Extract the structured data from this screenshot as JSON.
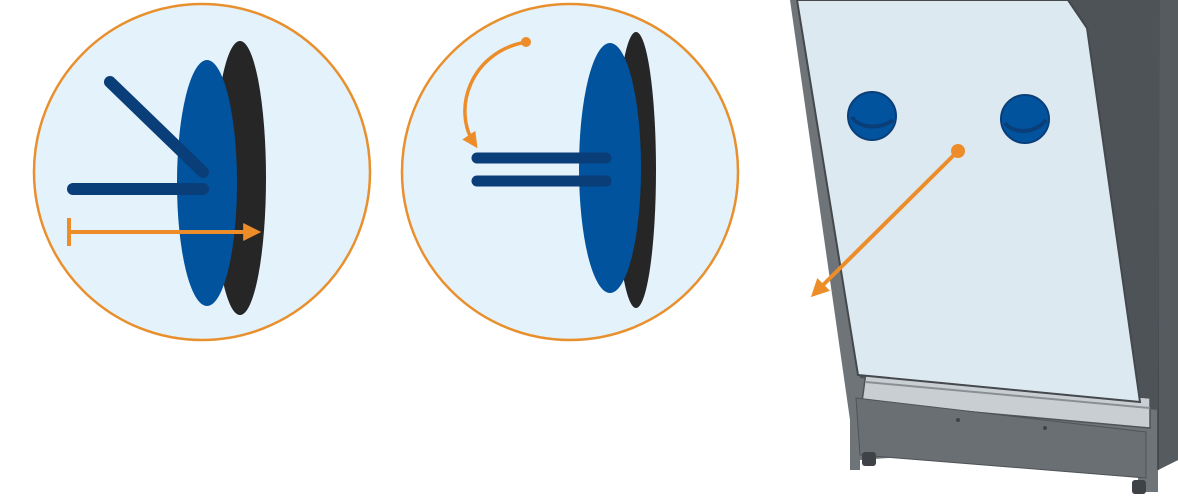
{
  "colors": {
    "circle_fill": "#e4f2fb",
    "circle_stroke": "#e8902e",
    "arrow": "#ec8d2a",
    "port_blue": "#02539e",
    "port_blue_dark": "#0a3e78",
    "rim_black": "#262626",
    "cabinet": "#6f7479",
    "cabinet_dark": "#4e5357",
    "glass": "#dde9f1"
  },
  "panels": [
    {
      "name": "insert-gloves-step",
      "icon": "hand-insert-icon"
    },
    {
      "name": "pull-gloves-out-step",
      "icon": "hand-remove-icon"
    },
    {
      "name": "lower-sash-step",
      "icon": "cabinet-sash-icon"
    }
  ]
}
